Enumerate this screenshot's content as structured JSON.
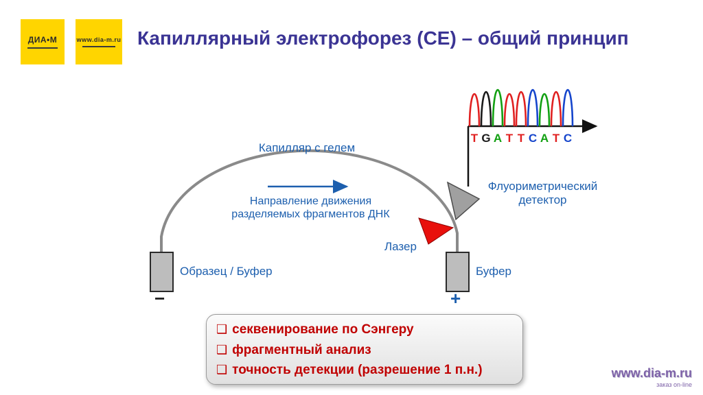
{
  "colors": {
    "title": "#3b3494",
    "label_blue": "#1d5fae",
    "red_text": "#c00000",
    "laser_red": "#e8100c",
    "capillary_gray": "#8a8a8a",
    "vessel_gray": "#bdbdbd",
    "detector_gray": "#a0a0a0",
    "logo_yellow": "#ffd500",
    "footer_purple": "#7e62a8"
  },
  "header": {
    "title": "Капиллярный электрофорез (CE) – общий принцип",
    "logo_primary": "ДИА•М",
    "logo_secondary": "www.dia-m.ru"
  },
  "diagram": {
    "capillary_label": "Капилляр с гелем",
    "direction_line1": "Направление движения",
    "direction_line2": "разделяемых фрагментов ДНК",
    "laser_label": "Лазер",
    "detector_line1": "Флуориметрический",
    "detector_line2": "детектор",
    "sample_label": "Образец / Буфер",
    "buffer_label": "Буфер",
    "minus": "−",
    "plus": "+",
    "chromatogram": {
      "sequence": [
        {
          "base": "T",
          "color": "#e02020"
        },
        {
          "base": "G",
          "color": "#1a1a1a"
        },
        {
          "base": "A",
          "color": "#12a012"
        },
        {
          "base": "T",
          "color": "#e02020"
        },
        {
          "base": "T",
          "color": "#e02020"
        },
        {
          "base": "C",
          "color": "#1545cc"
        },
        {
          "base": "A",
          "color": "#12a012"
        },
        {
          "base": "T",
          "color": "#e02020"
        },
        {
          "base": "C",
          "color": "#1545cc"
        }
      ]
    }
  },
  "features": {
    "bullet": "❑",
    "items": [
      "секвенирование по Сэнгеру",
      "фрагментный анализ",
      "точность детекции (разрешение 1 п.н.)"
    ]
  },
  "footer": {
    "site": "www.dia-m.ru",
    "tagline": "заказ on-line"
  }
}
